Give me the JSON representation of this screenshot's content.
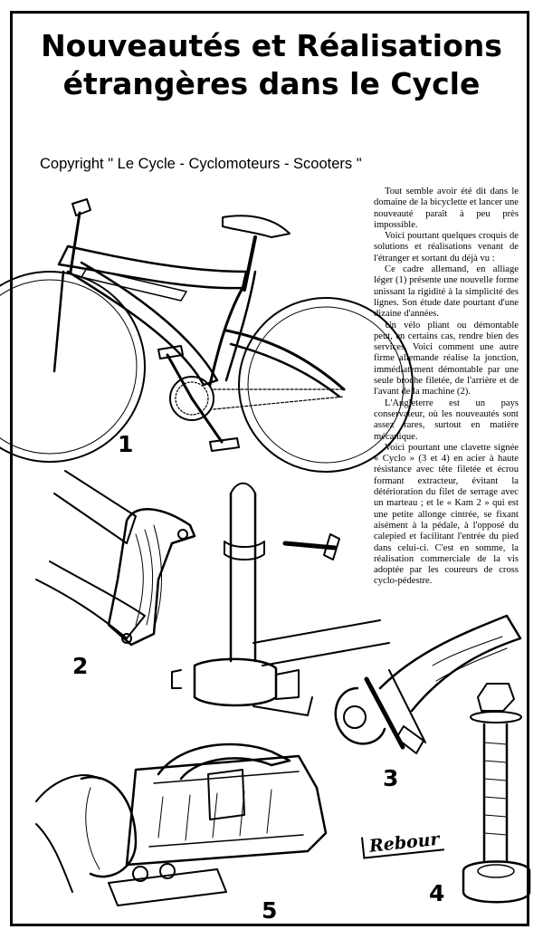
{
  "title": {
    "line1": "Nouveautés et Réalisations",
    "line2": "étrangères dans le Cycle"
  },
  "copyright": "Copyright \" Le Cycle - Cyclomoteurs - Scooters \"",
  "article": [
    "Tout semble avoir été dit dans le domaine de la bicyclette et lancer une nouveauté paraît à peu près impossible.",
    "Voici pourtant quelques croquis de solutions et réalisations venant de l'étranger et sortant du déjà vu :",
    "Ce cadre allemand, en alliage léger (1) présente une nouvelle forme unissant la rigidité à la simplicité des lignes. Son étude date pourtant d'une dizaine d'années.",
    "Un vélo pliant ou démontable peut, en certains cas, rendre bien des services. Voici comment une autre firme allemande réalise la jonction, immédiatement démontable par une seule broche filetée, de l'arrière et de l'avant de la machine (2).",
    "L'Angleterre est un pays conservateur, où les nouveautés sont assez rares, surtout en matière mécanique.",
    "Voici pourtant une clavette signée « Cyclo » (3 et 4) en acier à haute résistance avec tête filetée et écrou formant extracteur, évitant la détérioration du filet de serrage avec un marteau ; et le « Kam 2 » qui est une petite allonge cintrée, se fixant aisément à la pédale, à l'opposé du calepied et facilitant l'entrée du pied dans celui-ci. C'est en somme, la réalisation commerciale de la vis adoptée par les coureurs de cross cyclo-pédestre."
  ],
  "figures": {
    "fig1": "1",
    "fig2": "2",
    "fig3": "3",
    "fig4": "4",
    "fig5": "5"
  },
  "signature": "Rebour"
}
